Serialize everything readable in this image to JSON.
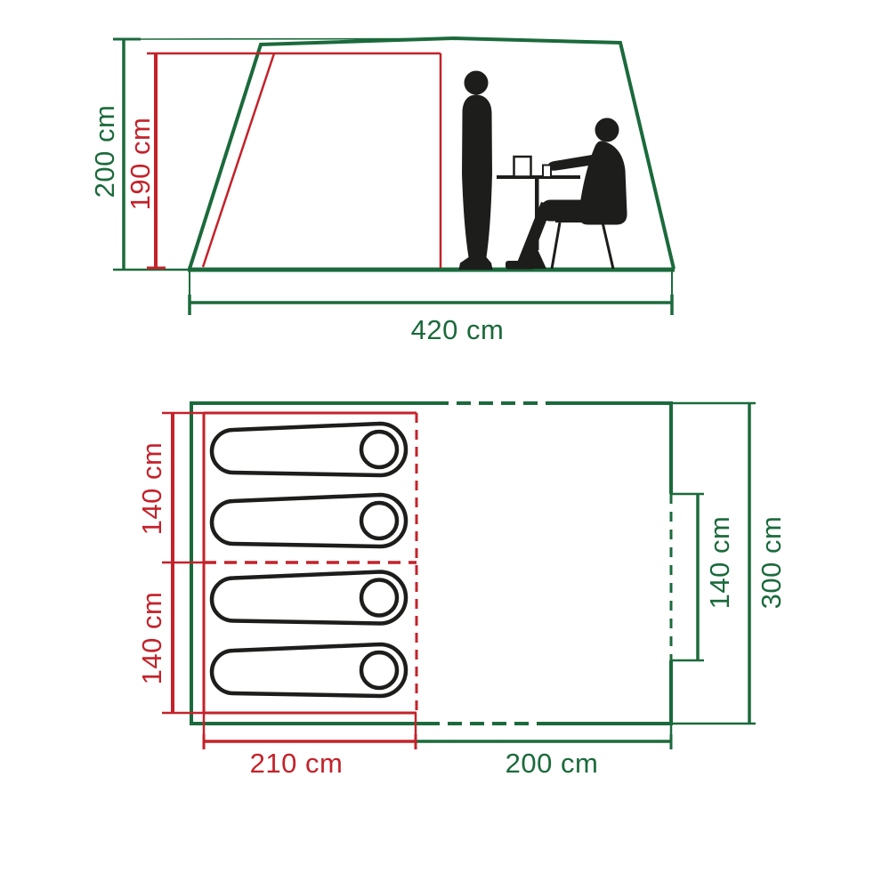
{
  "diagram": {
    "kind": "tent-dimensions-diagram",
    "views": [
      "side-elevation",
      "floor-plan"
    ]
  },
  "colors": {
    "green": "#1b6a3c",
    "red": "#c4222a",
    "black": "#1d1d1b",
    "white": "#ffffff"
  },
  "side_view": {
    "outer_height_label": "200 cm",
    "inner_height_label": "190 cm",
    "width_label": "420 cm",
    "figures": [
      "standing-person",
      "seated-person-at-table",
      "bistro-table"
    ]
  },
  "floor_plan": {
    "bedroom_section_depth_labels": [
      "140 cm",
      "140 cm"
    ],
    "bedroom_width_label": "210 cm",
    "living_area_width_label": "200 cm",
    "door_width_label": "140 cm",
    "total_depth_label": "300 cm",
    "sleeping_bag_count": 4
  }
}
